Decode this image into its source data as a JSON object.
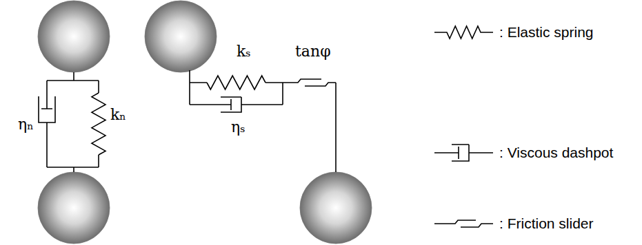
{
  "diagram": {
    "labels": [
      "ηₙ",
      "kₙ",
      "kₛ",
      "tanφ",
      "ηₛ"
    ],
    "legend": [
      {
        "text": ": Elastic spring"
      },
      {
        "text": ": Viscous dashpot"
      },
      {
        "text": ": Friction slider"
      }
    ]
  }
}
